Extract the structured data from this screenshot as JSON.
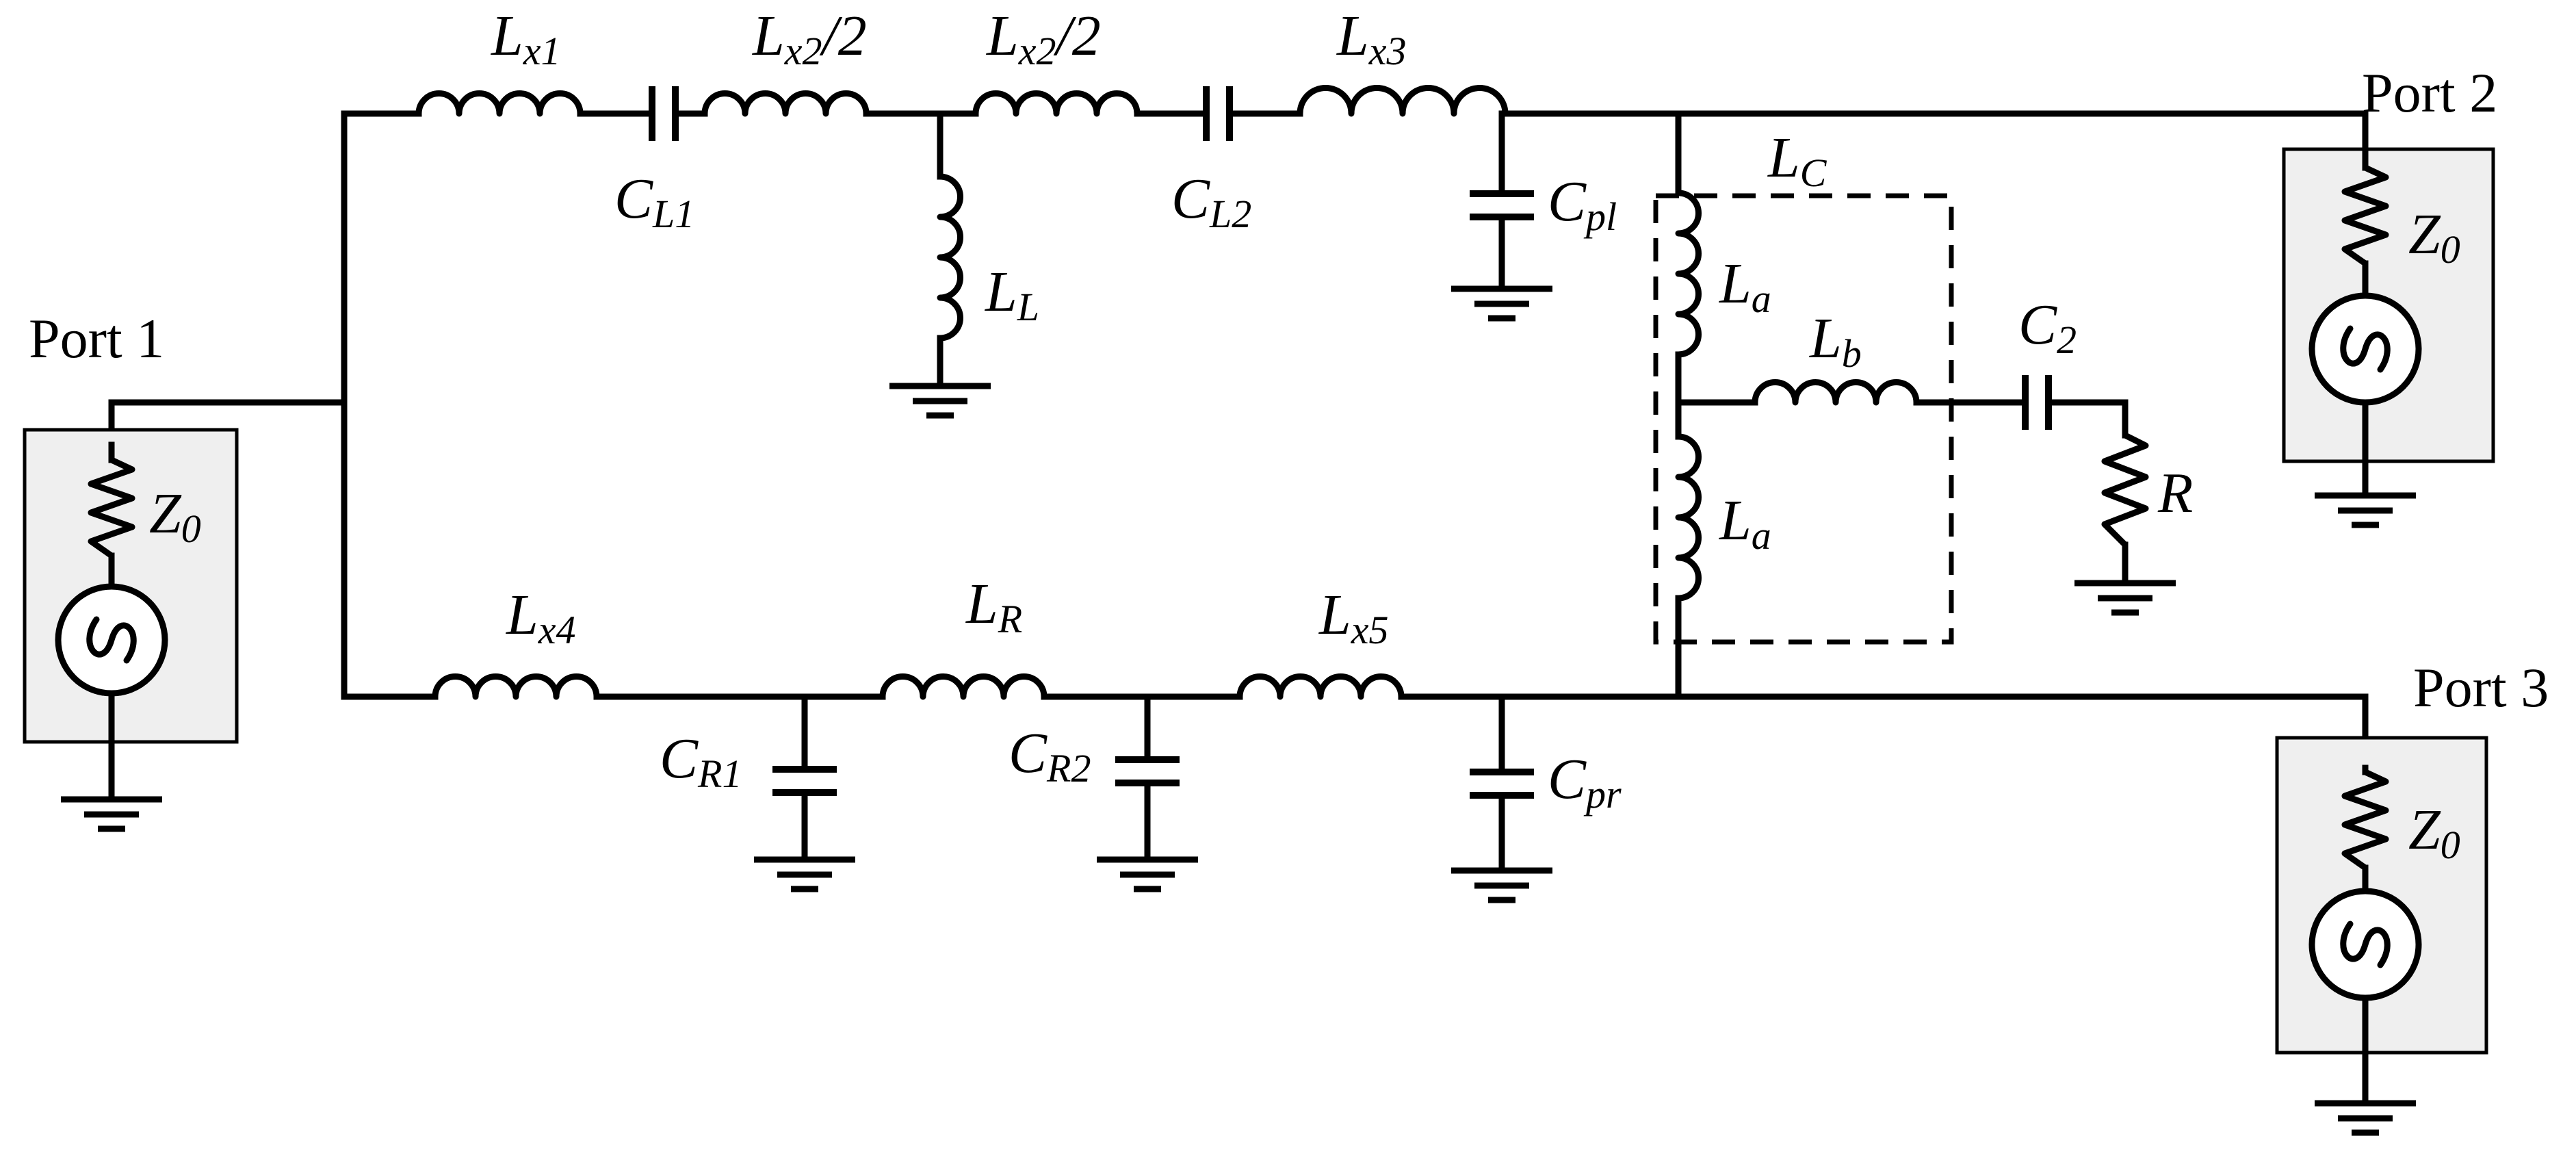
{
  "ports": [
    {
      "id": "port1",
      "label": "Port 1",
      "impedance": {
        "symbol": "Z",
        "sub": "0"
      }
    },
    {
      "id": "port2",
      "label": "Port 2",
      "impedance": {
        "symbol": "Z",
        "sub": "0"
      }
    },
    {
      "id": "port3",
      "label": "Port 3",
      "impedance": {
        "symbol": "Z",
        "sub": "0"
      }
    }
  ],
  "labels": {
    "Lx1": {
      "symbol": "L",
      "sub": "x1",
      "suffix": ""
    },
    "CL1": {
      "symbol": "C",
      "sub": "L1",
      "suffix": ""
    },
    "Lx2a": {
      "symbol": "L",
      "sub": "x2",
      "suffix": "/2"
    },
    "Lx2b": {
      "symbol": "L",
      "sub": "x2",
      "suffix": "/2"
    },
    "CL2": {
      "symbol": "C",
      "sub": "L2",
      "suffix": ""
    },
    "Lx3": {
      "symbol": "L",
      "sub": "x3",
      "suffix": ""
    },
    "LL": {
      "symbol": "L",
      "sub": "L",
      "suffix": ""
    },
    "Cpl": {
      "symbol": "C",
      "sub": "pl",
      "suffix": ""
    },
    "LC": {
      "symbol": "L",
      "sub": "C",
      "suffix": ""
    },
    "La1": {
      "symbol": "L",
      "sub": "a",
      "suffix": ""
    },
    "La2": {
      "symbol": "L",
      "sub": "a",
      "suffix": ""
    },
    "Lb": {
      "symbol": "L",
      "sub": "b",
      "suffix": ""
    },
    "C2": {
      "symbol": "C",
      "sub": "2",
      "suffix": ""
    },
    "R": {
      "symbol": "R",
      "sub": "",
      "suffix": ""
    },
    "Lx4": {
      "symbol": "L",
      "sub": "x4",
      "suffix": ""
    },
    "LR": {
      "symbol": "L",
      "sub": "R",
      "suffix": ""
    },
    "Lx5": {
      "symbol": "L",
      "sub": "x5",
      "suffix": ""
    },
    "CR1": {
      "symbol": "C",
      "sub": "R1",
      "suffix": ""
    },
    "CR2": {
      "symbol": "C",
      "sub": "R2",
      "suffix": ""
    },
    "Cpr": {
      "symbol": "C",
      "sub": "pr",
      "suffix": ""
    }
  }
}
